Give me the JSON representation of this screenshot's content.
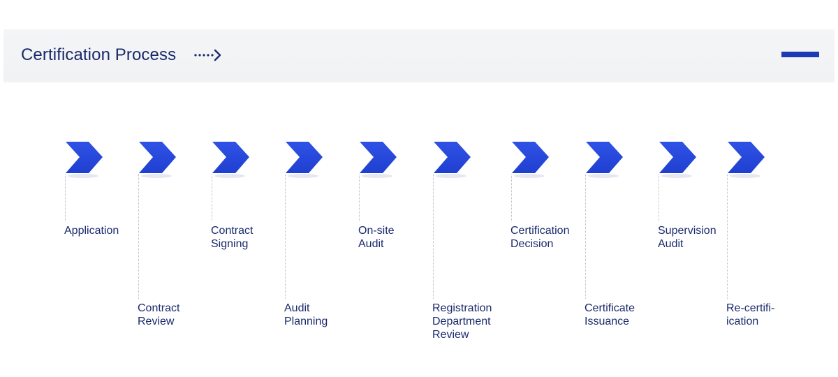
{
  "header": {
    "title": "Certification Process",
    "arrow_icon": "dotted-arrow-right-icon",
    "accent_color": "#1c3ab3"
  },
  "colors": {
    "chevron": "#2f52e6",
    "chevron_dark": "#1f3fd0",
    "text": "#1a2a6c",
    "connector": "#b8bcc4"
  },
  "steps": [
    {
      "lines": [
        "Application"
      ],
      "row": "top"
    },
    {
      "lines": [
        "Contract",
        "Review"
      ],
      "row": "bottom"
    },
    {
      "lines": [
        "Contract",
        "Signing"
      ],
      "row": "top"
    },
    {
      "lines": [
        "Audit",
        "Planning"
      ],
      "row": "bottom"
    },
    {
      "lines": [
        "On-site",
        "Audit"
      ],
      "row": "top"
    },
    {
      "lines": [
        "Registration",
        "Department",
        "Review"
      ],
      "row": "bottom"
    },
    {
      "lines": [
        "Certification",
        "Decision"
      ],
      "row": "top"
    },
    {
      "lines": [
        "Certificate",
        "Issuance"
      ],
      "row": "bottom"
    },
    {
      "lines": [
        "Supervision",
        "Audit"
      ],
      "row": "top"
    },
    {
      "lines": [
        "Re-certifi-",
        "ication"
      ],
      "row": "bottom"
    }
  ]
}
